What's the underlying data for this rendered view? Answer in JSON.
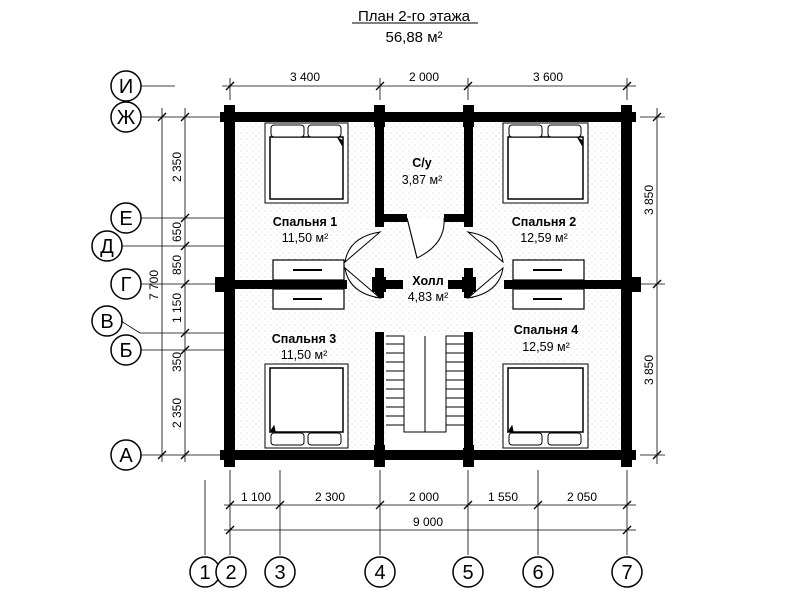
{
  "title": "План 2-го этажа",
  "area_total": "56,88 м²",
  "rooms": [
    {
      "id": "bedroom1",
      "name": "Спальня 1",
      "area": "11,50 м²"
    },
    {
      "id": "bedroom2",
      "name": "Спальня 2",
      "area": "12,59 м²"
    },
    {
      "id": "bathroom",
      "name": "С/у",
      "area": "3,87 м²"
    },
    {
      "id": "hall",
      "name": "Холл",
      "area": "4,83 м²"
    },
    {
      "id": "bedroom3",
      "name": "Спальня 3",
      "area": "11,50 м²"
    },
    {
      "id": "bedroom4",
      "name": "Спальня 4",
      "area": "12,59 м²"
    }
  ],
  "dimensions": {
    "top": [
      "3 400",
      "2 000",
      "3 600"
    ],
    "right": [
      "3 850",
      "3 850"
    ],
    "left": [
      "2 350",
      "650",
      "850",
      "1 150",
      "350",
      "2 350"
    ],
    "left_total": "7 700",
    "bottom": [
      "1 100",
      "2 300",
      "2 000",
      "1 550",
      "2 050"
    ],
    "bottom_total": "9 000"
  },
  "axes": {
    "rows": [
      "И",
      "Ж",
      "Е",
      "Д",
      "Г",
      "В",
      "Б",
      "А"
    ],
    "columns": [
      "1",
      "2",
      "3",
      "4",
      "5",
      "6",
      "7"
    ]
  }
}
